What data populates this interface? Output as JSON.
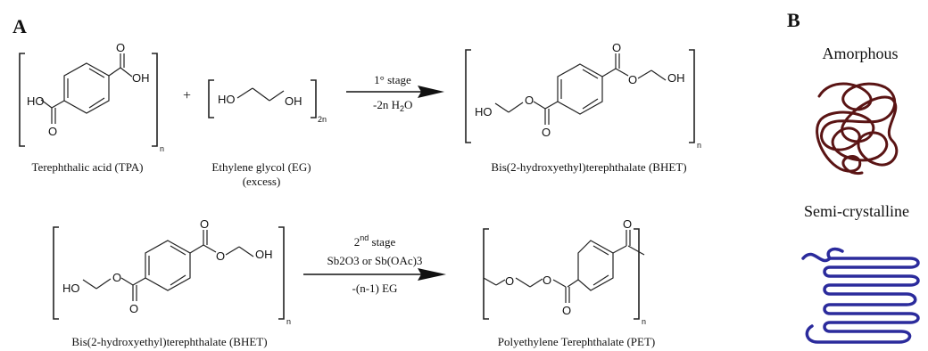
{
  "panels": {
    "a": "A",
    "b": "B"
  },
  "reaction1": {
    "tpa_caption": "Terephthalic acid (TPA)",
    "eg_caption_1": "Ethylene glycol (EG)",
    "eg_caption_2": "(excess)",
    "plus": "+",
    "stage_label": "1° stage",
    "byproduct": "-2n H",
    "byproduct_sub": "2",
    "byproduct_end": "O",
    "product_caption": "Bis(2-hydroxyethyl)terephthalate (BHET)"
  },
  "reaction2": {
    "reactant_caption": "Bis(2-hydroxyethyl)terephthalate (BHET)",
    "stage_label_num": "2",
    "stage_label_sup": "nd",
    "stage_label_word": " stage",
    "catalyst": "Sb2O3 or Sb(OAc)3",
    "byproduct": "-(n-1) EG",
    "product_caption": "Polyethylene Terephthalate (PET)"
  },
  "atoms": {
    "ho": "HO",
    "oh": "OH",
    "o": "O",
    "n": "n",
    "two_n": "2n"
  },
  "morphology": {
    "amorphous": "Amorphous",
    "semi_crystalline": "Semi-crystalline",
    "amorphous_color": "#5a1414",
    "crystalline_color": "#2b2b9c"
  }
}
